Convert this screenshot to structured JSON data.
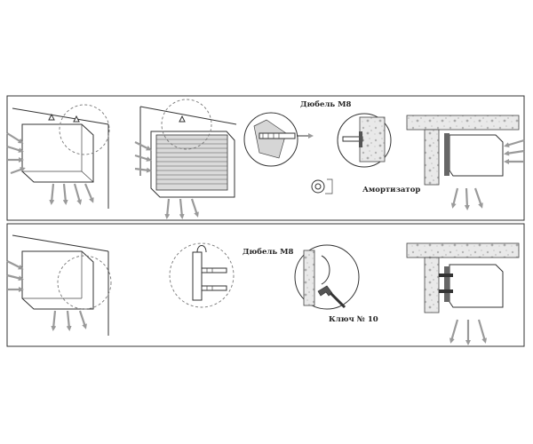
{
  "labels": {
    "dowel_top": "Дюбель M8",
    "damper": "Амортизатор",
    "dowel_bottom": "Дюбель M8",
    "wrench": "Ключ № 10"
  }
}
